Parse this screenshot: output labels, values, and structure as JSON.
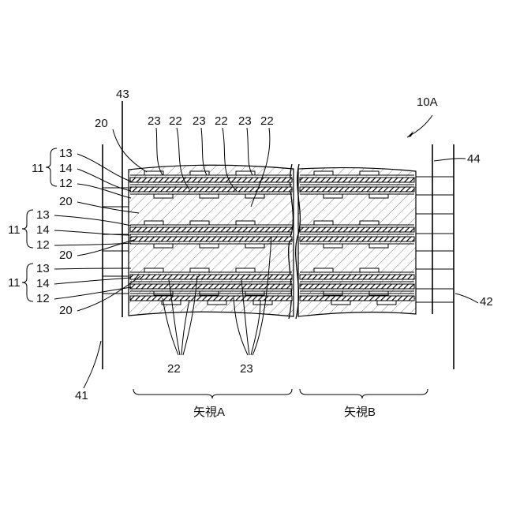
{
  "figure": {
    "id_label": "10A",
    "leader_labels": {
      "l43": "43",
      "l44": "44",
      "l41": "41",
      "l42": "42"
    },
    "top_labels": [
      "23",
      "22",
      "23",
      "22",
      "23",
      "22"
    ],
    "left_labels": {
      "l20_top": "20",
      "g1_11": "11",
      "g1_13": "13",
      "g1_14": "14",
      "g1_12": "12",
      "l20_a": "20",
      "g2_11": "11",
      "g2_13": "13",
      "g2_14": "14",
      "g2_12": "12",
      "l20_b": "20",
      "g3_11": "11",
      "g3_13": "13",
      "g3_14": "14",
      "g3_12": "12",
      "l20_bot": "20"
    },
    "bottom_labels": {
      "b22": "22",
      "b23": "23"
    },
    "captions": {
      "view_a": "矢視A",
      "view_b": "矢視B"
    }
  }
}
